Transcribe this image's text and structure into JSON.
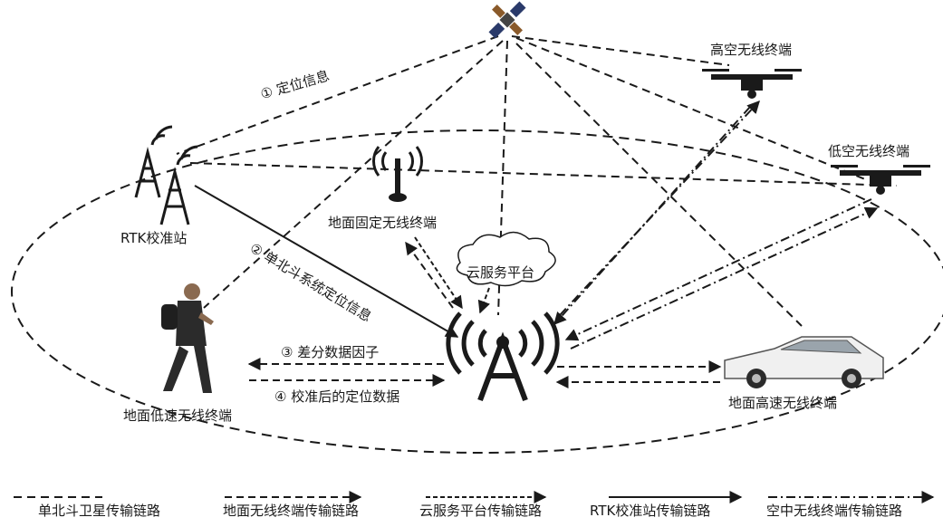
{
  "nodes": {
    "satellite": {
      "icon": "satellite-icon"
    },
    "high_uav": {
      "label": "高空无线终端",
      "icon": "drone-icon"
    },
    "low_uav": {
      "label": "低空无线终端",
      "icon": "drone-icon"
    },
    "rtk": {
      "label": "RTK校准站",
      "icon": "rtk-tower-icon"
    },
    "ground_fixed": {
      "label": "地面固定无线终端",
      "icon": "antenna-icon"
    },
    "cloud": {
      "label": "云服务平台",
      "icon": "cloud-icon"
    },
    "pedestrian": {
      "label": "地面低速无线终端",
      "icon": "person-icon"
    },
    "base_station": {
      "icon": "base-station-icon"
    },
    "car": {
      "label": "地面高速无线终端",
      "icon": "car-icon"
    }
  },
  "links": {
    "l1": "① 定位信息",
    "l2": "② 单北斗系统定位信息",
    "l3": "③ 差分数据因子",
    "l4": "④ 校准后的定位数据"
  },
  "legend": [
    {
      "label": "单北斗卫星传输链路",
      "style": "dashed"
    },
    {
      "label": "地面无线终端传输链路",
      "style": "dashed-arrow"
    },
    {
      "label": "云服务平台传输链路",
      "style": "dense-dashed-arrow"
    },
    {
      "label": "RTK校准站传输链路",
      "style": "solid-arrow"
    },
    {
      "label": "空中无线终端传输链路",
      "style": "dash-dot-arrow"
    }
  ]
}
